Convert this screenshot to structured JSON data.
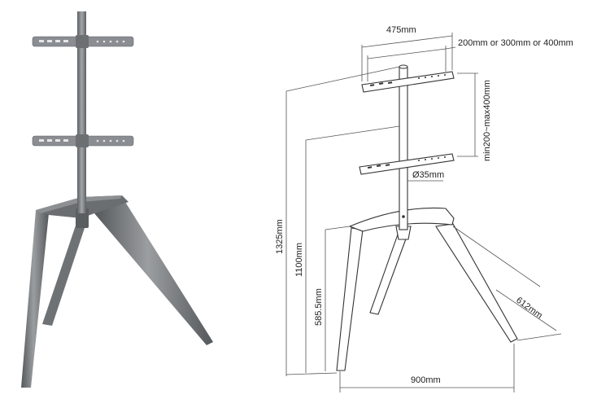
{
  "dimensions": {
    "vesa_width": "475mm",
    "vesa_pitch": "200mm or 300mm or 400mm",
    "bracket_spacing": "min200~max400mm",
    "pole_diameter": "Ø35mm",
    "total_height": "1325mm",
    "height_lower_bracket": "1100mm",
    "height_leg_junction": "585.5mm",
    "base_width": "900mm",
    "base_depth": "612mm"
  },
  "colors": {
    "metal_dark": "#6a6d70",
    "metal_light": "#9a9da0",
    "plate": "#8c8f93",
    "line": "#333333"
  }
}
